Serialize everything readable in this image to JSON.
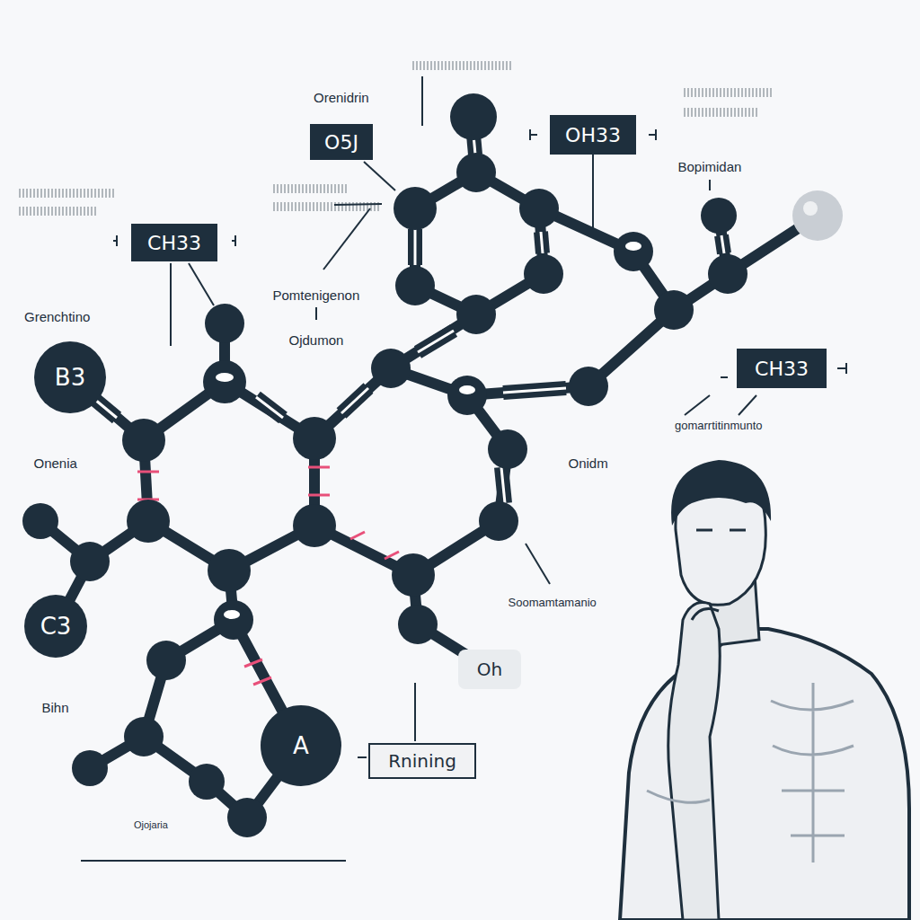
{
  "diagram": {
    "nodes": [
      {
        "text": [
          "O5J"
        ]
      },
      {
        "text": [
          "OH33"
        ]
      },
      {
        "text": [
          "CH33"
        ]
      },
      {
        "text": [
          "B3"
        ]
      },
      {
        "text": [
          "C3"
        ]
      },
      {
        "text": [
          "A"
        ]
      },
      {
        "text": [
          "CH33"
        ]
      },
      {
        "text": [
          "Oh"
        ]
      },
      {
        "text": [
          "Rnining"
        ]
      }
    ],
    "labels": [
      "Orenidrin",
      "Bopimidan",
      "Pomtenigenon",
      "Ojdumon",
      "Grenchtino",
      "Onenia",
      "Bihn",
      "Ojojaria",
      "gomarrtitinmunto",
      "Onidm",
      "Soomamtamanio"
    ]
  }
}
